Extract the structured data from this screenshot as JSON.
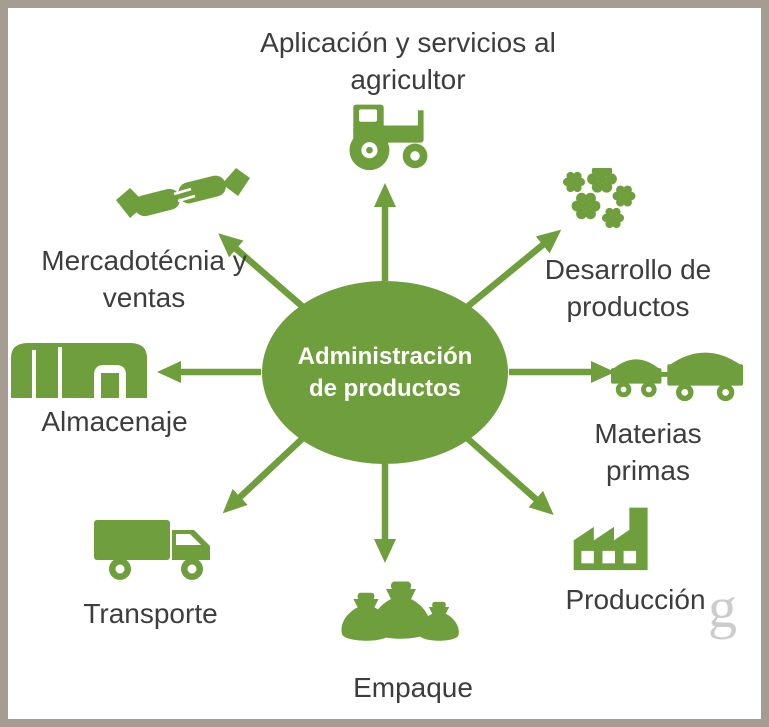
{
  "diagram": {
    "title": "Administración de productos cycle diagram",
    "center": {
      "line1": "Administración",
      "line2": "de productos"
    },
    "nodes": [
      {
        "label": "Aplicación y servicios al agricultor",
        "icon": "tractor-icon",
        "position": "top"
      },
      {
        "label": "Desarrollo de productos",
        "icon": "flowers-icon",
        "position": "top-right"
      },
      {
        "label": "Materias primas",
        "icon": "harvest-wagon-icon",
        "position": "right"
      },
      {
        "label": "Producción",
        "icon": "factory-icon",
        "position": "bottom-right"
      },
      {
        "label": "Empaque",
        "icon": "sacks-icon",
        "position": "bottom"
      },
      {
        "label": "Transporte",
        "icon": "truck-icon",
        "position": "bottom-left"
      },
      {
        "label": "Almacenaje",
        "icon": "warehouse-icon",
        "position": "left"
      },
      {
        "label": "Mercadotécnia y ventas",
        "icon": "handshake-icon",
        "position": "top-left"
      }
    ],
    "watermark": "g",
    "colors": {
      "accent_green": "#6f9e3c",
      "border": "#a69d92",
      "label_text": "#3d3d3d",
      "center_text": "#ffffff"
    }
  }
}
